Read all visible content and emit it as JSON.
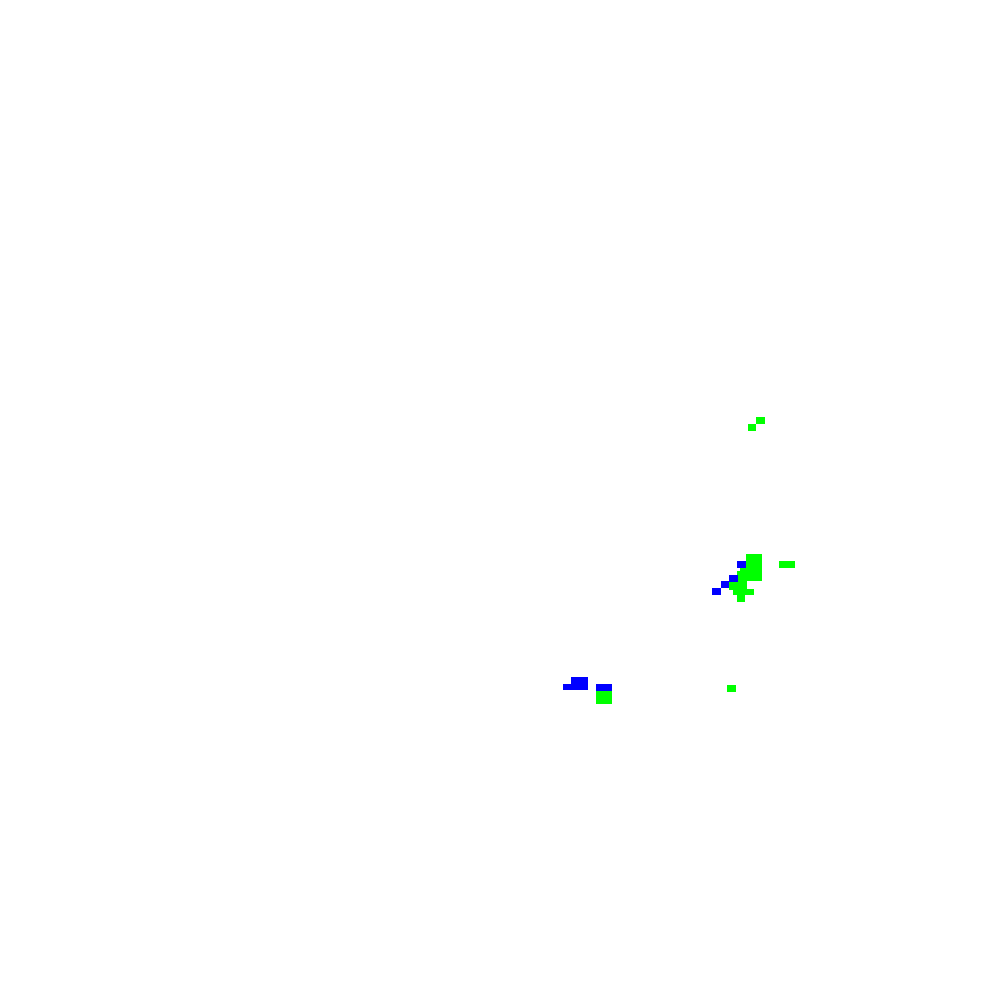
{
  "background_color": "#ffffff",
  "palette": {
    "green": "#00ff00",
    "blue": "#0000ff"
  },
  "clusters": [
    {
      "name": "top-green-speck",
      "colors": [
        "green"
      ]
    },
    {
      "name": "center-right-cluster",
      "colors": [
        "green",
        "blue"
      ]
    },
    {
      "name": "lower-left-cluster",
      "colors": [
        "blue",
        "green"
      ]
    },
    {
      "name": "lower-right-green-speck",
      "colors": [
        "green"
      ]
    }
  ]
}
